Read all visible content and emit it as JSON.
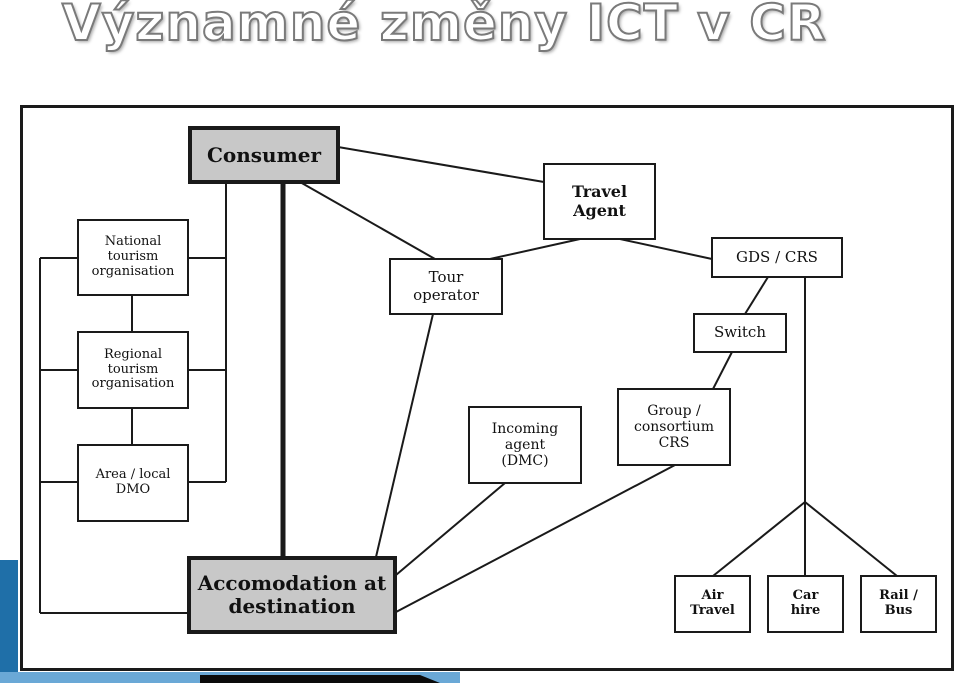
{
  "title": "Významné změny ICT v CR",
  "diagram": {
    "nodes": {
      "consumer": "Consumer",
      "travel_agent": "Travel\nAgent",
      "national": "National\ntourism\norganisation",
      "regional": "Regional\ntourism\norganisation",
      "area_local": "Area / local\nDMO",
      "tour_operator": "Tour\noperator",
      "gds_crs": "GDS / CRS",
      "switch": "Switch",
      "group_consortium": "Group /\nconsortium\nCRS",
      "incoming_agent": "Incoming\nagent\n(DMC)",
      "accommodation": "Accomodation at\ndestination",
      "air_travel": "Air\nTravel",
      "car_hire": "Car\nhire",
      "rail_bus": "Rail /\nBus"
    }
  },
  "colors": {
    "box_border": "#1a1a1a",
    "highlight_fill": "#c8c8c8",
    "accent_blue": "#1f6fa8"
  }
}
